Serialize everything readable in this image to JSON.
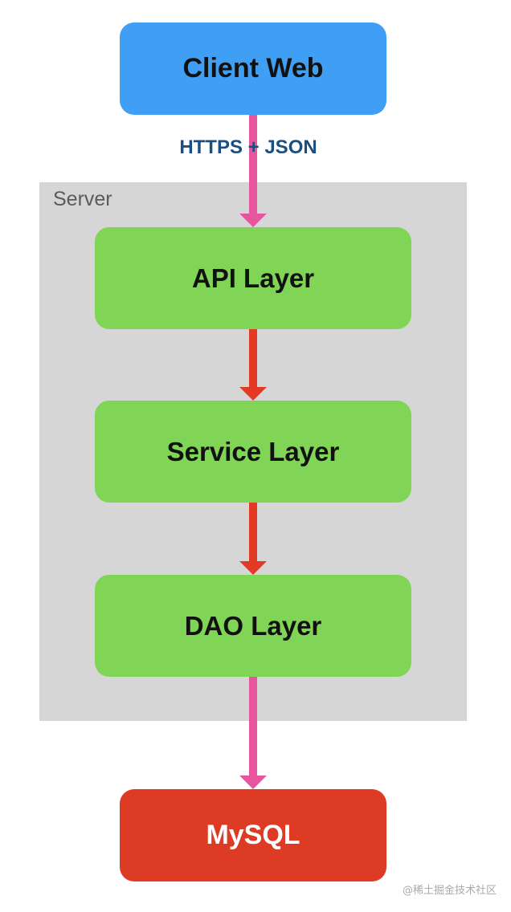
{
  "nodes": {
    "client": "Client Web",
    "server_group": "Server",
    "api": "API Layer",
    "service": "Service Layer",
    "dao": "DAO Layer",
    "db": "MySQL"
  },
  "edges": {
    "client_to_api_label": "HTTPS + JSON"
  },
  "colors": {
    "client": "#3f9ff5",
    "layer": "#80d456",
    "db": "#de3b24",
    "server_group": "#d6d6d6",
    "arrow_pink": "#e8559f",
    "arrow_red": "#e23a24",
    "protocol_text": "#1c4f80"
  },
  "watermark": "@稀土掘金技术社区"
}
